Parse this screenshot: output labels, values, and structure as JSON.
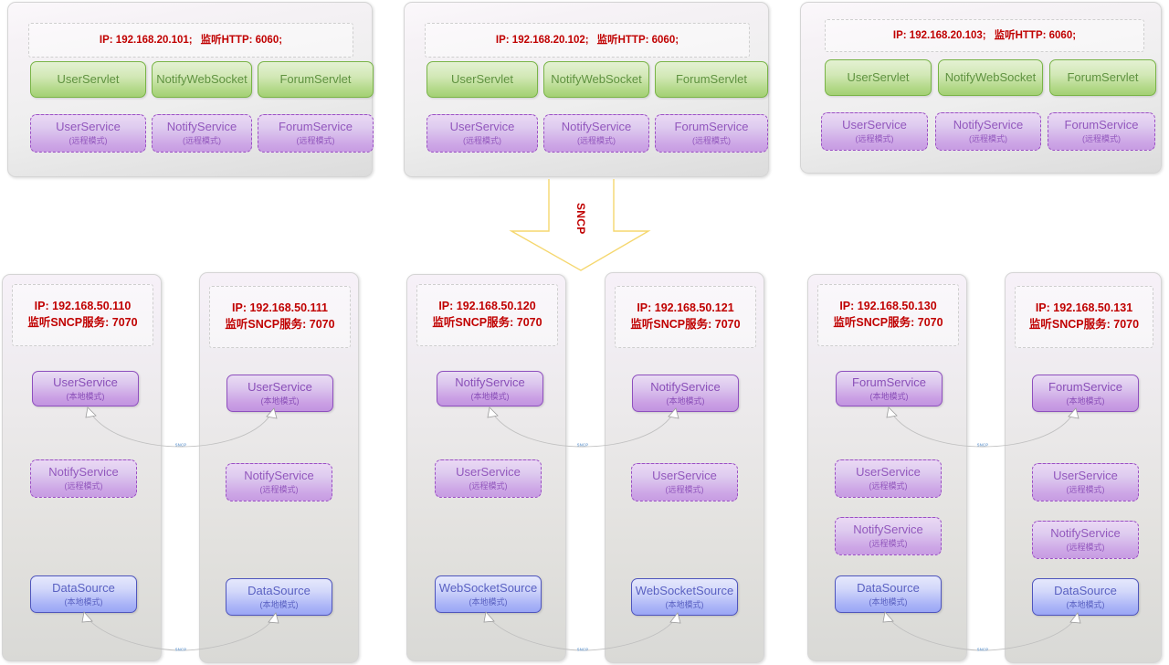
{
  "diagram": {
    "protocol_label": "SNCP",
    "link_label": "SNCP",
    "colors": {
      "ip_text": "#c00000",
      "servlet": "#79b447",
      "service_local": "#8e4fbe",
      "service_remote": "#9b4fc4",
      "datasource": "#4f55bd",
      "arrow": "#f5d76e",
      "link_label": "#7ba7d7"
    }
  },
  "web_tier": [
    {
      "id": "web-1",
      "ip": "IP: 192.168.20.101;",
      "port": "监听HTTP: 6060;",
      "servlets": [
        "UserServlet",
        "NotifyWebSocket",
        "ForumServlet"
      ],
      "services": [
        {
          "name": "UserService",
          "mode": "(远程模式)"
        },
        {
          "name": "NotifyService",
          "mode": "(远程模式)"
        },
        {
          "name": "ForumService",
          "mode": "(远程模式)"
        }
      ]
    },
    {
      "id": "web-2",
      "ip": "IP: 192.168.20.102;",
      "port": "监听HTTP: 6060;",
      "servlets": [
        "UserServlet",
        "NotifyWebSocket",
        "ForumServlet"
      ],
      "services": [
        {
          "name": "UserService",
          "mode": "(远程模式)"
        },
        {
          "name": "NotifyService",
          "mode": "(远程模式)"
        },
        {
          "name": "ForumService",
          "mode": "(远程模式)"
        }
      ]
    },
    {
      "id": "web-3",
      "ip": "IP: 192.168.20.103;",
      "port": "监听HTTP: 6060;",
      "servlets": [
        "UserServlet",
        "NotifyWebSocket",
        "ForumServlet"
      ],
      "services": [
        {
          "name": "UserService",
          "mode": "(远程模式)"
        },
        {
          "name": "NotifyService",
          "mode": "(远程模式)"
        },
        {
          "name": "ForumService",
          "mode": "(远程模式)"
        }
      ]
    }
  ],
  "service_tier": [
    {
      "id": "node-110",
      "ip": "IP: 192.168.50.110",
      "port": "监听SNCP服务: 7070",
      "components": [
        {
          "name": "UserService",
          "mode": "(本地模式)",
          "style": "purple-solid"
        },
        {
          "name": "NotifyService",
          "mode": "(远程模式)",
          "style": "purple-dashed"
        },
        {
          "name": "DataSource",
          "mode": "(本地模式)",
          "style": "blue"
        }
      ]
    },
    {
      "id": "node-111",
      "ip": "IP: 192.168.50.111",
      "port": "监听SNCP服务: 7070",
      "components": [
        {
          "name": "UserService",
          "mode": "(本地模式)",
          "style": "purple-solid"
        },
        {
          "name": "NotifyService",
          "mode": "(远程模式)",
          "style": "purple-dashed"
        },
        {
          "name": "DataSource",
          "mode": "(本地模式)",
          "style": "blue"
        }
      ]
    },
    {
      "id": "node-120",
      "ip": "IP: 192.168.50.120",
      "port": "监听SNCP服务: 7070",
      "components": [
        {
          "name": "NotifyService",
          "mode": "(本地模式)",
          "style": "purple-solid"
        },
        {
          "name": "UserService",
          "mode": "(远程模式)",
          "style": "purple-dashed"
        },
        {
          "name": "WebSocketSource",
          "mode": "(本地模式)",
          "style": "blue"
        }
      ]
    },
    {
      "id": "node-121",
      "ip": "IP: 192.168.50.121",
      "port": "监听SNCP服务: 7070",
      "components": [
        {
          "name": "NotifyService",
          "mode": "(本地模式)",
          "style": "purple-solid"
        },
        {
          "name": "UserService",
          "mode": "(远程模式)",
          "style": "purple-dashed"
        },
        {
          "name": "WebSocketSource",
          "mode": "(本地模式)",
          "style": "blue"
        }
      ]
    },
    {
      "id": "node-130",
      "ip": "IP: 192.168.50.130",
      "port": "监听SNCP服务: 7070",
      "components": [
        {
          "name": "ForumService",
          "mode": "(本地模式)",
          "style": "purple-solid"
        },
        {
          "name": "UserService",
          "mode": "(远程模式)",
          "style": "purple-dashed"
        },
        {
          "name": "NotifyService",
          "mode": "(远程模式)",
          "style": "purple-dashed"
        },
        {
          "name": "DataSource",
          "mode": "(本地模式)",
          "style": "blue"
        }
      ]
    },
    {
      "id": "node-131",
      "ip": "IP: 192.168.50.131",
      "port": "监听SNCP服务: 7070",
      "components": [
        {
          "name": "ForumService",
          "mode": "(本地模式)",
          "style": "purple-solid"
        },
        {
          "name": "UserService",
          "mode": "(远程模式)",
          "style": "purple-dashed"
        },
        {
          "name": "NotifyService",
          "mode": "(远程模式)",
          "style": "purple-dashed"
        },
        {
          "name": "DataSource",
          "mode": "(本地模式)",
          "style": "blue"
        }
      ]
    }
  ]
}
